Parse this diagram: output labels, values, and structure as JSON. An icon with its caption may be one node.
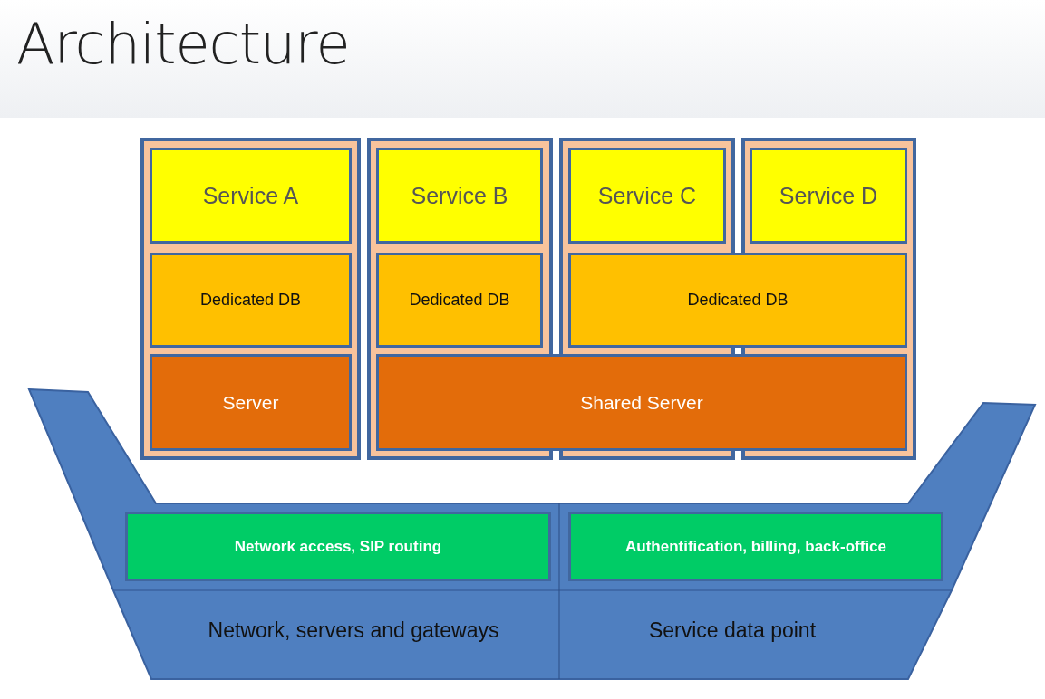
{
  "diagram": {
    "title": "Architecture",
    "nodes": [
      {
        "text": [
          "Service A"
        ]
      },
      {
        "text": [
          "Service B"
        ]
      },
      {
        "text": [
          "Service C"
        ]
      },
      {
        "text": [
          "Service D"
        ]
      },
      {
        "text": [
          "Dedicated DB"
        ]
      },
      {
        "text": [
          "Dedicated DB"
        ]
      },
      {
        "text": [
          "Dedicated DB"
        ]
      },
      {
        "text": [
          "Server"
        ]
      },
      {
        "text": [
          "Shared Server"
        ]
      },
      {
        "text": [],
        "shape": "box"
      },
      {
        "text": [
          "Network access, SIP routing"
        ],
        "in": 9
      },
      {
        "text": [
          "Authentification, billing, back-office"
        ],
        "in": 9
      }
    ],
    "edges": [],
    "labels": [
      "Network, servers and gateways",
      "Service data point"
    ]
  }
}
